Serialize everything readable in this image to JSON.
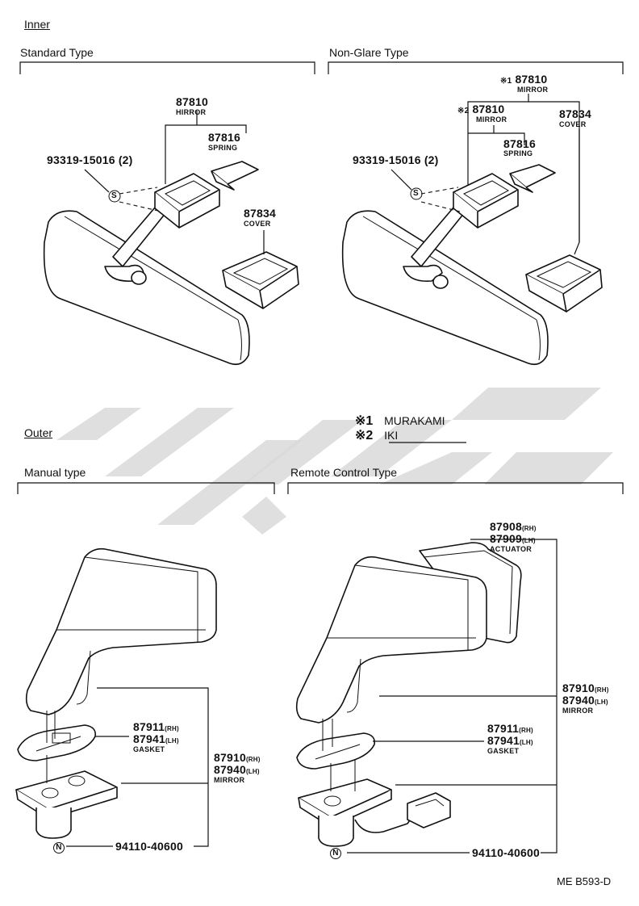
{
  "sections": {
    "inner": "Inner",
    "standard_type": "Standard Type",
    "non_glare_type": "Non-Glare Type",
    "outer": "Outer",
    "manual_type": "Manual type",
    "remote_control_type": "Remote Control Type"
  },
  "standard": {
    "mirror_pn": "87810",
    "mirror_name": "HIRROR",
    "spring_pn": "87816",
    "spring_name": "SPRING",
    "bolt_pn": "93319-15016 (2)",
    "cover_pn": "87834",
    "cover_name": "COVER",
    "bolt_symbol": "S"
  },
  "nonglare": {
    "mirror1_mark": "※1",
    "mirror1_pn": "87810",
    "mirror1_name": "MIRROR",
    "mirror2_mark": "※2",
    "mirror2_pn": "87810",
    "mirror2_name": "MIRROR",
    "cover_pn": "87834",
    "cover_name": "COVER",
    "spring_pn": "87816",
    "spring_name": "SPRING",
    "bolt_pn": "93319-15016 (2)",
    "bolt_symbol": "S"
  },
  "legend": {
    "mark1": "※1",
    "maker1": "MURAKAMI",
    "mark2": "※2",
    "maker2": "IKI"
  },
  "manual": {
    "gasket_rh_pn": "87911",
    "gasket_rh_sfx": "(RH)",
    "gasket_lh_pn": "87941",
    "gasket_lh_sfx": "(LH)",
    "gasket_name": "GASKET",
    "mirror_rh_pn": "87910",
    "mirror_rh_sfx": "(RH)",
    "mirror_lh_pn": "87940",
    "mirror_lh_sfx": "(LH)",
    "mirror_name": "MIRROR",
    "screw_symbol": "N",
    "screw_pn": "94110-40600"
  },
  "remote": {
    "actuator_rh_pn": "87908",
    "actuator_rh_sfx": "(RH)",
    "actuator_lh_pn": "87909",
    "actuator_lh_sfx": "(LH)",
    "actuator_name": "ACTUATOR",
    "mirror_rh_pn": "87910",
    "mirror_rh_sfx": "(RH)",
    "mirror_lh_pn": "87940",
    "mirror_lh_sfx": "(LH)",
    "mirror_name": "MIRROR",
    "gasket_rh_pn": "87911",
    "gasket_rh_sfx": "(RH)",
    "gasket_lh_pn": "87941",
    "gasket_lh_sfx": "(LH)",
    "gasket_name": "GASKET",
    "screw_symbol": "N",
    "screw_pn": "94110-40600"
  },
  "figure_code": "ME B593-D"
}
